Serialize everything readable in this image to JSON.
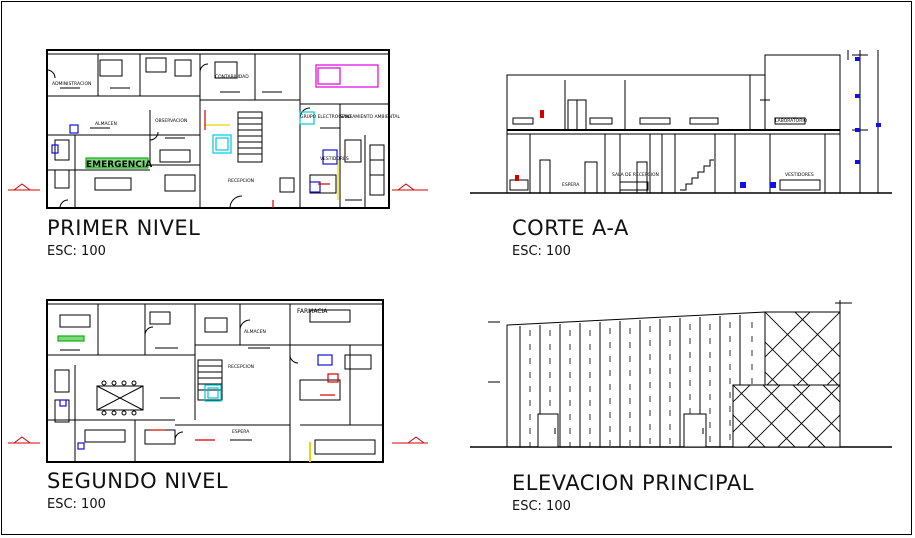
{
  "views": [
    {
      "id": "primer",
      "title": "PRIMER NIVEL",
      "scale": "ESC: 100"
    },
    {
      "id": "corte",
      "title": "CORTE A-A",
      "scale": "ESC: 100"
    },
    {
      "id": "segundo",
      "title": "SEGUNDO NIVEL",
      "scale": "ESC: 100"
    },
    {
      "id": "elevacion",
      "title": "ELEVACION PRINCIPAL",
      "scale": "ESC: 100"
    }
  ],
  "labels": {
    "primer": {
      "emergencia": "EMERGENCIA",
      "administracion": "ADMINISTRACION",
      "almacen": "ALMACEN",
      "recepcion": "RECEPCION",
      "contabilidad": "CONTABILIDAD",
      "observacion": "OBSERVACION",
      "vestidores": "VESTIDORES",
      "grupo_electrogeno": "GRUPO ELECTROGENO",
      "saneamiento": "SANEAMIENTO AMBIENTAL"
    },
    "segundo": {
      "farmacia": "FARMACIA",
      "almacen": "ALMACEN",
      "recepcion": "RECEPCION",
      "espera": "ESPERA"
    },
    "corte": {
      "laboratorio": "LABORATORIO",
      "vestidores": "VESTIDORES",
      "espera": "ESPERA",
      "sala_recepcion": "SALA DE RECEPCION"
    }
  },
  "colors": {
    "line": "#000000",
    "red": "#d40000",
    "blue": "#1010e0",
    "cyan": "#00c8d8",
    "green": "#10b010",
    "magenta": "#e000e0",
    "yellow": "#e8d800"
  }
}
